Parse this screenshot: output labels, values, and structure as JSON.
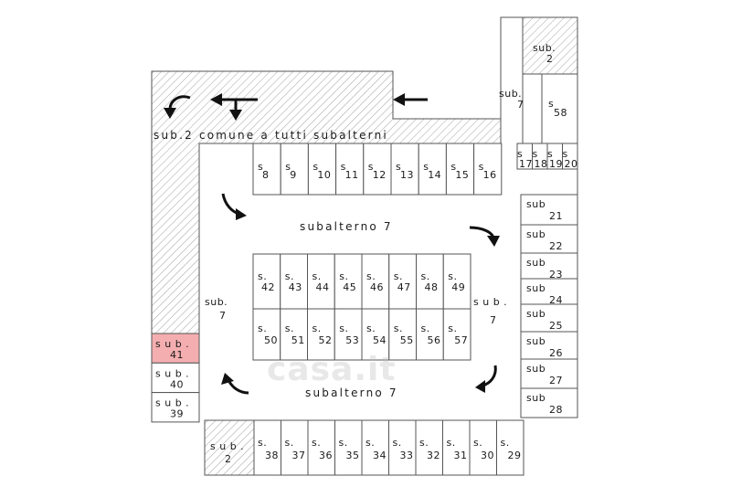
{
  "labels": {
    "common_area": "sub.2 comune a tutti subalterni",
    "corridor_top": "subalterno 7",
    "corridor_bottom": "subalterno 7",
    "sub7_left": [
      "sub.",
      "7"
    ],
    "sub7_right": [
      "s u b .",
      "7"
    ],
    "sub7_top": [
      "sub.",
      "7"
    ],
    "sub2_top": [
      "sub.",
      "2"
    ],
    "sub2_bottom": [
      "s u b .",
      "2"
    ],
    "s58": [
      "s",
      "58"
    ]
  },
  "watermark": "casa.it",
  "colors": {
    "highlight": "#f4aeb0",
    "line": "#555555",
    "hatch": "#8a8a8a"
  },
  "top_row": [
    {
      "s": "s",
      "n": "8"
    },
    {
      "s": "s",
      "n": "9"
    },
    {
      "s": "s",
      "n": "10"
    },
    {
      "s": "s",
      "n": "11"
    },
    {
      "s": "s",
      "n": "12"
    },
    {
      "s": "s",
      "n": "13"
    },
    {
      "s": "s",
      "n": "14"
    },
    {
      "s": "s",
      "n": "15"
    },
    {
      "s": "s",
      "n": "16"
    }
  ],
  "small_right": [
    {
      "s": "s",
      "n": "17"
    },
    {
      "s": "s",
      "n": "18"
    },
    {
      "s": "s",
      "n": "19"
    },
    {
      "s": "s",
      "n": "20"
    }
  ],
  "center_top": [
    {
      "s": "s.",
      "n": "42"
    },
    {
      "s": "s.",
      "n": "43"
    },
    {
      "s": "s.",
      "n": "44"
    },
    {
      "s": "s.",
      "n": "45"
    },
    {
      "s": "s.",
      "n": "46"
    },
    {
      "s": "s.",
      "n": "47"
    },
    {
      "s": "s.",
      "n": "48"
    },
    {
      "s": "s.",
      "n": "49"
    }
  ],
  "center_bottom": [
    {
      "s": "s.",
      "n": "50"
    },
    {
      "s": "s.",
      "n": "51"
    },
    {
      "s": "s.",
      "n": "52"
    },
    {
      "s": "s.",
      "n": "53"
    },
    {
      "s": "s.",
      "n": "54"
    },
    {
      "s": "s.",
      "n": "55"
    },
    {
      "s": "s.",
      "n": "56"
    },
    {
      "s": "s.",
      "n": "57"
    }
  ],
  "right_col": [
    {
      "s": "sub",
      "n": "21"
    },
    {
      "s": "sub",
      "n": "22"
    },
    {
      "s": "sub",
      "n": "23"
    },
    {
      "s": "sub",
      "n": "24"
    },
    {
      "s": "sub",
      "n": "25"
    },
    {
      "s": "sub",
      "n": "26"
    },
    {
      "s": "sub",
      "n": "27"
    },
    {
      "s": "sub",
      "n": "28"
    }
  ],
  "left_col": [
    {
      "s": "s u b .",
      "n": "41",
      "highlight": true
    },
    {
      "s": "s u b .",
      "n": "40",
      "highlight": false
    },
    {
      "s": "s u b .",
      "n": "39",
      "highlight": false
    }
  ],
  "bottom_row": [
    {
      "s": "s.",
      "n": "38"
    },
    {
      "s": "s.",
      "n": "37"
    },
    {
      "s": "s.",
      "n": "36"
    },
    {
      "s": "s.",
      "n": "35"
    },
    {
      "s": "s.",
      "n": "34"
    },
    {
      "s": "s.",
      "n": "33"
    },
    {
      "s": "s.",
      "n": "32"
    },
    {
      "s": "s.",
      "n": "31"
    },
    {
      "s": "s.",
      "n": "30"
    },
    {
      "s": "s.",
      "n": "29"
    }
  ]
}
